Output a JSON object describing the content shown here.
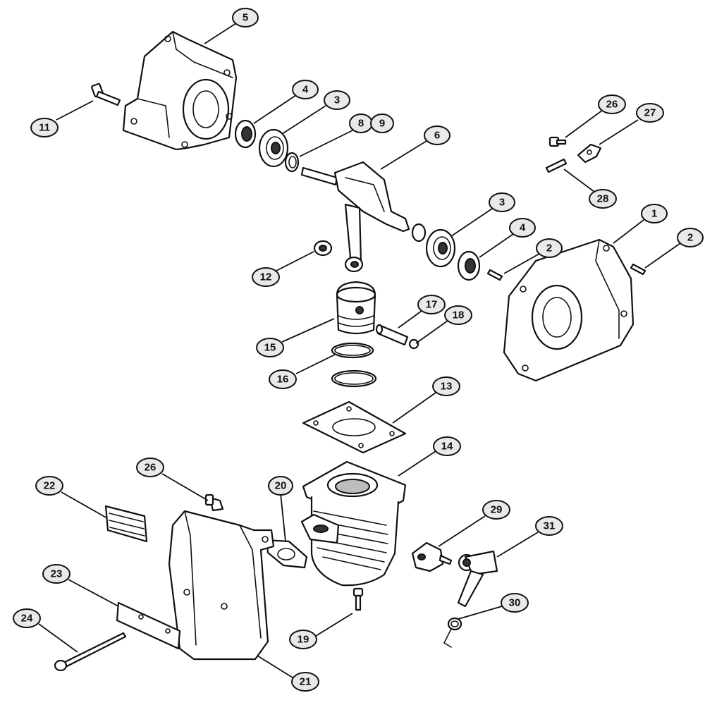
{
  "callouts": [
    {
      "id": "c5",
      "number": "5"
    },
    {
      "id": "c4a",
      "number": "4"
    },
    {
      "id": "c3a",
      "number": "3"
    },
    {
      "id": "c8",
      "number": "8"
    },
    {
      "id": "c9",
      "number": "9"
    },
    {
      "id": "c11",
      "number": "11"
    },
    {
      "id": "c6",
      "number": "6"
    },
    {
      "id": "c26a",
      "number": "26"
    },
    {
      "id": "c27",
      "number": "27"
    },
    {
      "id": "c28",
      "number": "28"
    },
    {
      "id": "c3b",
      "number": "3"
    },
    {
      "id": "c1",
      "number": "1"
    },
    {
      "id": "c4b",
      "number": "4"
    },
    {
      "id": "c2a",
      "number": "2"
    },
    {
      "id": "c2b",
      "number": "2"
    },
    {
      "id": "c12",
      "number": "12"
    },
    {
      "id": "c17",
      "number": "17"
    },
    {
      "id": "c18",
      "number": "18"
    },
    {
      "id": "c15",
      "number": "15"
    },
    {
      "id": "c16",
      "number": "16"
    },
    {
      "id": "c13",
      "number": "13"
    },
    {
      "id": "c14",
      "number": "14"
    },
    {
      "id": "c26b",
      "number": "26"
    },
    {
      "id": "c22",
      "number": "22"
    },
    {
      "id": "c20",
      "number": "20"
    },
    {
      "id": "c29",
      "number": "29"
    },
    {
      "id": "c31",
      "number": "31"
    },
    {
      "id": "c23",
      "number": "23"
    },
    {
      "id": "c30",
      "number": "30"
    },
    {
      "id": "c24",
      "number": "24"
    },
    {
      "id": "c19",
      "number": "19"
    },
    {
      "id": "c21",
      "number": "21"
    }
  ]
}
